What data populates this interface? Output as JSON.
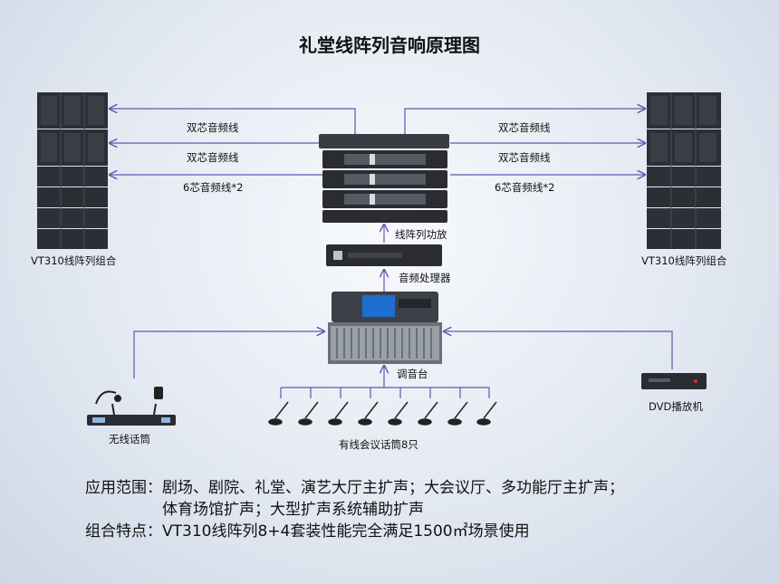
{
  "title": "礼堂线阵列音响原理图",
  "cables": {
    "left_1": "双芯音频线",
    "left_2": "双芯音频线",
    "left_3": "6芯音频线*2",
    "right_1": "双芯音频线",
    "right_2": "双芯音频线",
    "right_3": "6芯音频线*2"
  },
  "devices": {
    "speaker_left": "VT310线阵列组合",
    "speaker_right": "VT310线阵列组合",
    "amplifier": "线阵列功放",
    "processor": "音频处理器",
    "mixer": "调音台",
    "wireless_mic": "无线话筒",
    "conference_mics": "有线会议话筒8只",
    "dvd": "DVD播放机"
  },
  "description": {
    "line1": "应用范围：剧场、剧院、礼堂、演艺大厅主扩声；大会议厅、多功能厅主扩声；",
    "line2": "体育场馆扩声；大型扩声系统辅助扩声",
    "line3": "组合特点：VT310线阵列8+4套装性能完全满足1500㎡场景使用"
  },
  "colors": {
    "wire": "#6a52b0",
    "device_dark": "#2a2c31"
  }
}
